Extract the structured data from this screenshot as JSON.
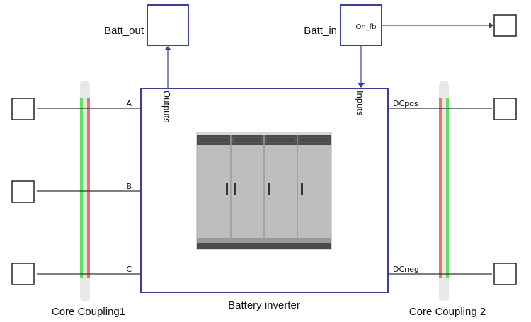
{
  "colors": {
    "block_border": "#3b3f98",
    "signal_line": "#3b3f98",
    "wire": "#333333",
    "terminal_border": "#222222",
    "coupling_bg": "#e8e8e8",
    "coupling_green": "#5fe35f",
    "coupling_red": "#f07070"
  },
  "blocks": {
    "batt_out": {
      "label": "Batt_out"
    },
    "batt_in": {
      "label": "Batt_in",
      "inner_label": "On_fb"
    },
    "inverter": {
      "label": "Battery inverter",
      "outputs_port": "Outputs",
      "inputs_port": "Inputs",
      "left_ports": [
        "A",
        "B",
        "C"
      ],
      "right_ports": [
        "DCpos",
        "DCneg"
      ]
    }
  },
  "couplings": {
    "left": {
      "label": "Core Coupling1"
    },
    "right": {
      "label": "Core Coupling 2"
    }
  }
}
